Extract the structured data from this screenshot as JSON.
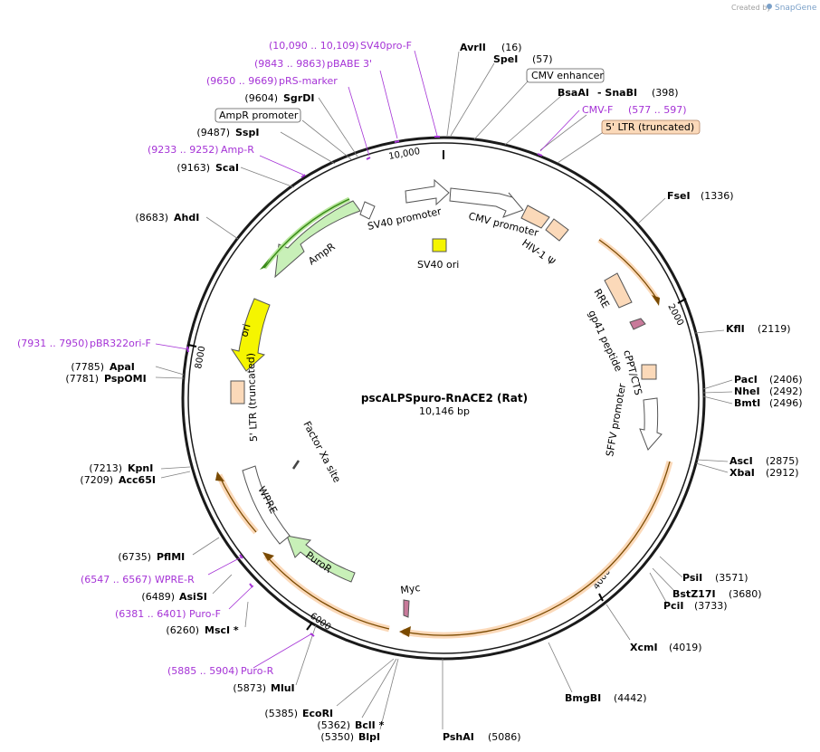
{
  "header": {
    "created_by": "Created by",
    "brand": "SnapGene"
  },
  "plasmid": {
    "name": "pscALPSpuro-RnACE2 (Rat)",
    "length": "10,146 bp"
  },
  "ticks": [
    "10,000",
    "2000",
    "4000",
    "6000",
    "8000"
  ],
  "enzymes": [
    {
      "name": "AvrII",
      "pos": "(16)"
    },
    {
      "name": "SpeI",
      "pos": "(57)"
    },
    {
      "name": "BsaAI",
      "name2": "- SnaBI",
      "pos": "(398)"
    },
    {
      "name": "FseI",
      "pos": "(1336)"
    },
    {
      "name": "KflI",
      "pos": "(2119)"
    },
    {
      "name": "PacI",
      "pos": "(2406)"
    },
    {
      "name": "NheI",
      "pos": "(2492)"
    },
    {
      "name": "BmtI",
      "pos": "(2496)"
    },
    {
      "name": "AscI",
      "pos": "(2875)"
    },
    {
      "name": "XbaI",
      "pos": "(2912)"
    },
    {
      "name": "PsiI",
      "pos": "(3571)"
    },
    {
      "name": "BstZ17I",
      "pos": "(3680)"
    },
    {
      "name": "PciI",
      "pos": "(3733)"
    },
    {
      "name": "XcmI",
      "pos": "(4019)"
    },
    {
      "name": "BmgBI",
      "pos": "(4442)"
    },
    {
      "name": "PshAI",
      "pos": "(5086)"
    },
    {
      "name": "BlpI",
      "pos": "(5350)"
    },
    {
      "name": "BclI *",
      "pos": "(5362)"
    },
    {
      "name": "EcoRI",
      "pos": "(5385)"
    },
    {
      "name": "MluI",
      "pos": "(5873)"
    },
    {
      "name": "MscI *",
      "pos": "(6260)"
    },
    {
      "name": "AsiSI",
      "pos": "(6489)"
    },
    {
      "name": "PflMI",
      "pos": "(6735)"
    },
    {
      "name": "Acc65I",
      "pos": "(7209)"
    },
    {
      "name": "KpnI",
      "pos": "(7213)"
    },
    {
      "name": "PspOMI",
      "pos": "(7781)"
    },
    {
      "name": "ApaI",
      "pos": "(7785)"
    },
    {
      "name": "AhdI",
      "pos": "(8683)"
    },
    {
      "name": "ScaI",
      "pos": "(9163)"
    },
    {
      "name": "SspI",
      "pos": "(9487)"
    },
    {
      "name": "SgrDI",
      "pos": "(9604)"
    }
  ],
  "primers": [
    {
      "range": "(10,090 .. 10,109)",
      "name": "SV40pro-F"
    },
    {
      "range": "(9843 .. 9863)",
      "name": "pBABE 3'"
    },
    {
      "range": "(9650 .. 9669)",
      "name": "pRS-marker"
    },
    {
      "range": "(9233 .. 9252)",
      "name": "Amp-R"
    },
    {
      "range": "(7931 .. 7950)",
      "name": "pBR322ori-F"
    },
    {
      "range": "(6547 .. 6567)",
      "name": "WPRE-R"
    },
    {
      "range": "(6381 .. 6401)",
      "name": "Puro-F"
    },
    {
      "range": "(5885 .. 5904)",
      "name": "Puro-R"
    },
    {
      "name": "CMV-F",
      "range": "(577 .. 597)"
    }
  ],
  "boxed_labels": {
    "cmv_enhancer": "CMV enhancer",
    "ampr_promoter": "AmpR promoter",
    "ltr_truncated": "5' LTR (truncated)"
  },
  "features": {
    "sv40_promoter": "SV40 promoter",
    "cmv_promoter": "CMV promoter",
    "hiv_psi": "HIV-1 Ψ",
    "sv40_ori": "SV40 ori",
    "ampr": "AmpR",
    "ori": "ori",
    "ltr_5": "5' LTR (truncated)",
    "rre": "RRE",
    "gp41": "gp41 peptide",
    "cppt": "cPPT/CTS",
    "sffv": "SFFV promoter",
    "factor_xa": "Factor Xa site",
    "wpre": "WPRE",
    "puror": "PuroR",
    "myc": "Myc"
  },
  "colors": {
    "backbone": "#1a1a1a",
    "primer": "#a533d6",
    "amp_green": "#c8f0b8",
    "ori_yellow": "#f5f500",
    "ltr_peach": "#fbd9b9",
    "orange_orf": "#e39a2a",
    "myc_mauve": "#c87a9a"
  }
}
